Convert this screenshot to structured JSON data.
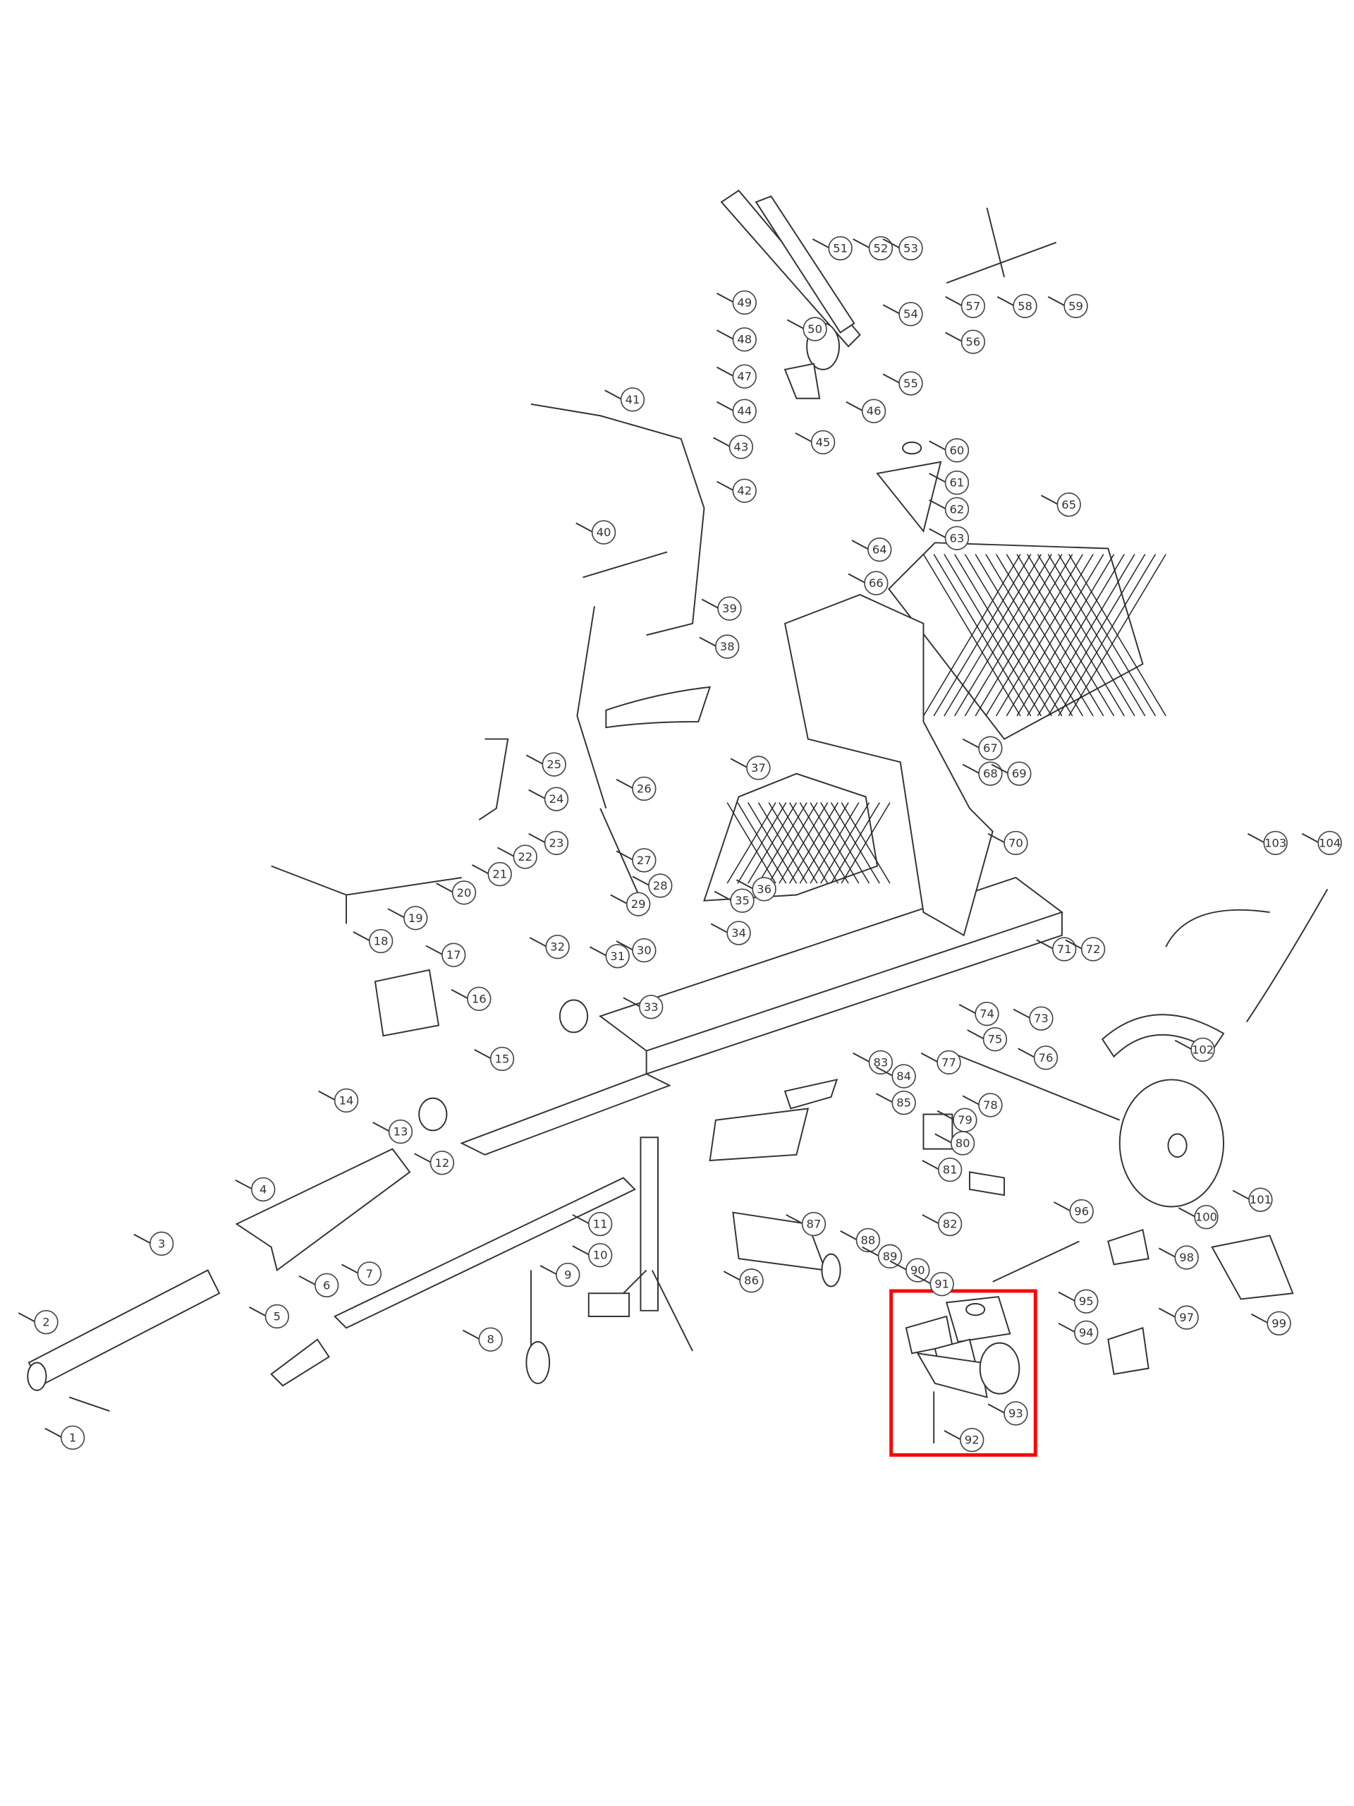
{
  "diagram": {
    "type": "exploded-parts-diagram",
    "callouts": [
      "1",
      "2",
      "3",
      "4",
      "5",
      "6",
      "7",
      "8",
      "9",
      "10",
      "11",
      "12",
      "13",
      "14",
      "15",
      "16",
      "17",
      "18",
      "19",
      "20",
      "21",
      "22",
      "23",
      "24",
      "25",
      "26",
      "27",
      "28",
      "29",
      "30",
      "31",
      "32",
      "33",
      "34",
      "35",
      "36",
      "37",
      "38",
      "39",
      "40",
      "41",
      "42",
      "43",
      "44",
      "45",
      "46",
      "47",
      "48",
      "49",
      "50",
      "51",
      "52",
      "53",
      "54",
      "55",
      "56",
      "57",
      "58",
      "59",
      "60",
      "61",
      "62",
      "63",
      "64",
      "65",
      "66",
      "67",
      "68",
      "69",
      "70",
      "71",
      "72",
      "73",
      "74",
      "75",
      "76",
      "77",
      "78",
      "79",
      "80",
      "81",
      "82",
      "83",
      "84",
      "85",
      "86",
      "87",
      "88",
      "89",
      "90",
      "91",
      "92",
      "93",
      "94",
      "95",
      "96",
      "97",
      "98",
      "99",
      "100",
      "101",
      "102",
      "103",
      "104"
    ],
    "highlight": {
      "parts": [
        "93",
        "92"
      ],
      "color": "#ff0000"
    }
  }
}
